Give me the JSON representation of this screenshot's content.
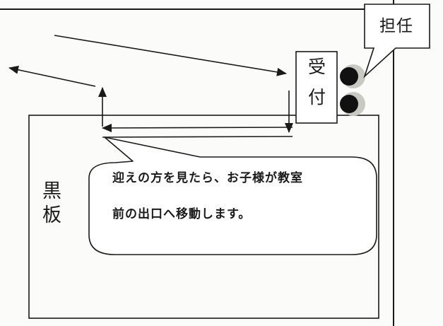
{
  "diagram": {
    "blackboard_label": [
      "黒",
      "板"
    ],
    "reception_label": [
      "受",
      "付"
    ],
    "teacher_label": "担任",
    "callout": {
      "lines": [
        "迎えの方を見たら、お子様が教室",
        "前の出口へ移動します。"
      ]
    },
    "colors": {
      "line": "#1a1a1a",
      "background": "#fbfbfa",
      "box_fill": "#ffffff"
    }
  }
}
